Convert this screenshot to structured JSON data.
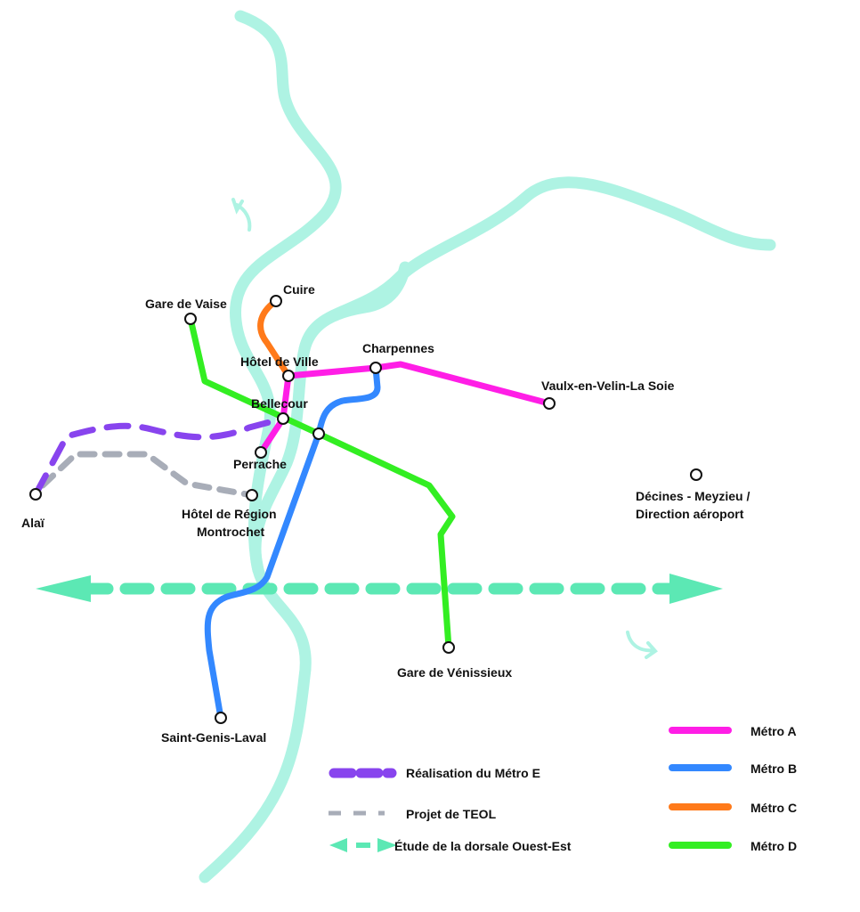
{
  "colors": {
    "metro_a": "#ff1ee6",
    "metro_b": "#3388ff",
    "metro_c": "#ff7a1a",
    "metro_d": "#33ee22",
    "metro_e": "#8844ee",
    "teol": "#a8adb8",
    "dorsale": "#5ce8b4",
    "river": "#aef3e3"
  },
  "stations": {
    "cuire": "Cuire",
    "gare_de_vaise": "Gare de Vaise",
    "hotel_de_ville": "Hôtel de Ville",
    "charpennes": "Charpennes",
    "vaulx": "Vaulx-en-Velin-La Soie",
    "bellecour": "Bellecour",
    "perrache": "Perrache",
    "hotel_region_1": "Hôtel de Région",
    "hotel_region_2": "Montrochet",
    "alai": "Alaï",
    "decines_1": "Décines - Meyzieu /",
    "decines_2": "Direction aéroport",
    "venissieux": "Gare de Vénissieux",
    "saint_genis": "Saint-Genis-Laval"
  },
  "legend": {
    "metro_e": "Réalisation du Métro E",
    "teol": "Projet de TEOL",
    "dorsale": "Étude de la dorsale Ouest-Est",
    "metro_a": "Métro A",
    "metro_b": "Métro B",
    "metro_c": "Métro C",
    "metro_d": "Métro D"
  }
}
